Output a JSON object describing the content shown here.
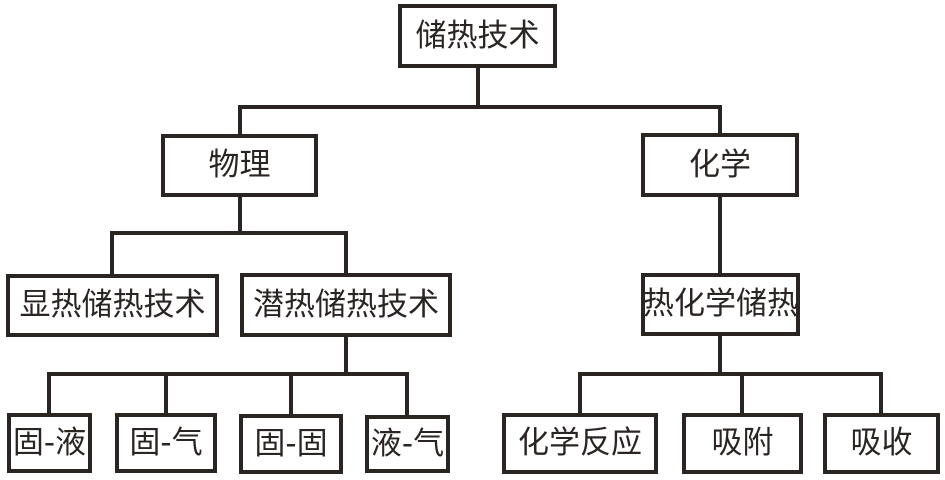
{
  "diagram": {
    "type": "tree",
    "line_color": "#2a2523",
    "background_color": "#ffffff",
    "nodes": {
      "root": {
        "label": "储热技术"
      },
      "physical": {
        "label": "物理"
      },
      "chemical": {
        "label": "化学"
      },
      "sensible": {
        "label": "显热储热技术"
      },
      "latent": {
        "label": "潜热储热技术"
      },
      "thermochemical": {
        "label": "热化学储热"
      },
      "solid_liquid": {
        "label": "固-液"
      },
      "solid_gas": {
        "label": "固-气"
      },
      "solid_solid": {
        "label": "固-固"
      },
      "liquid_gas": {
        "label": "液-气"
      },
      "chemical_reaction": {
        "label": "化学反应"
      },
      "adsorption": {
        "label": "吸附"
      },
      "absorption": {
        "label": "吸收"
      }
    },
    "edges": [
      [
        "root",
        "physical"
      ],
      [
        "root",
        "chemical"
      ],
      [
        "physical",
        "sensible"
      ],
      [
        "physical",
        "latent"
      ],
      [
        "chemical",
        "thermochemical"
      ],
      [
        "latent",
        "solid_liquid"
      ],
      [
        "latent",
        "solid_gas"
      ],
      [
        "latent",
        "solid_solid"
      ],
      [
        "latent",
        "liquid_gas"
      ],
      [
        "thermochemical",
        "chemical_reaction"
      ],
      [
        "thermochemical",
        "adsorption"
      ],
      [
        "thermochemical",
        "absorption"
      ]
    ]
  }
}
